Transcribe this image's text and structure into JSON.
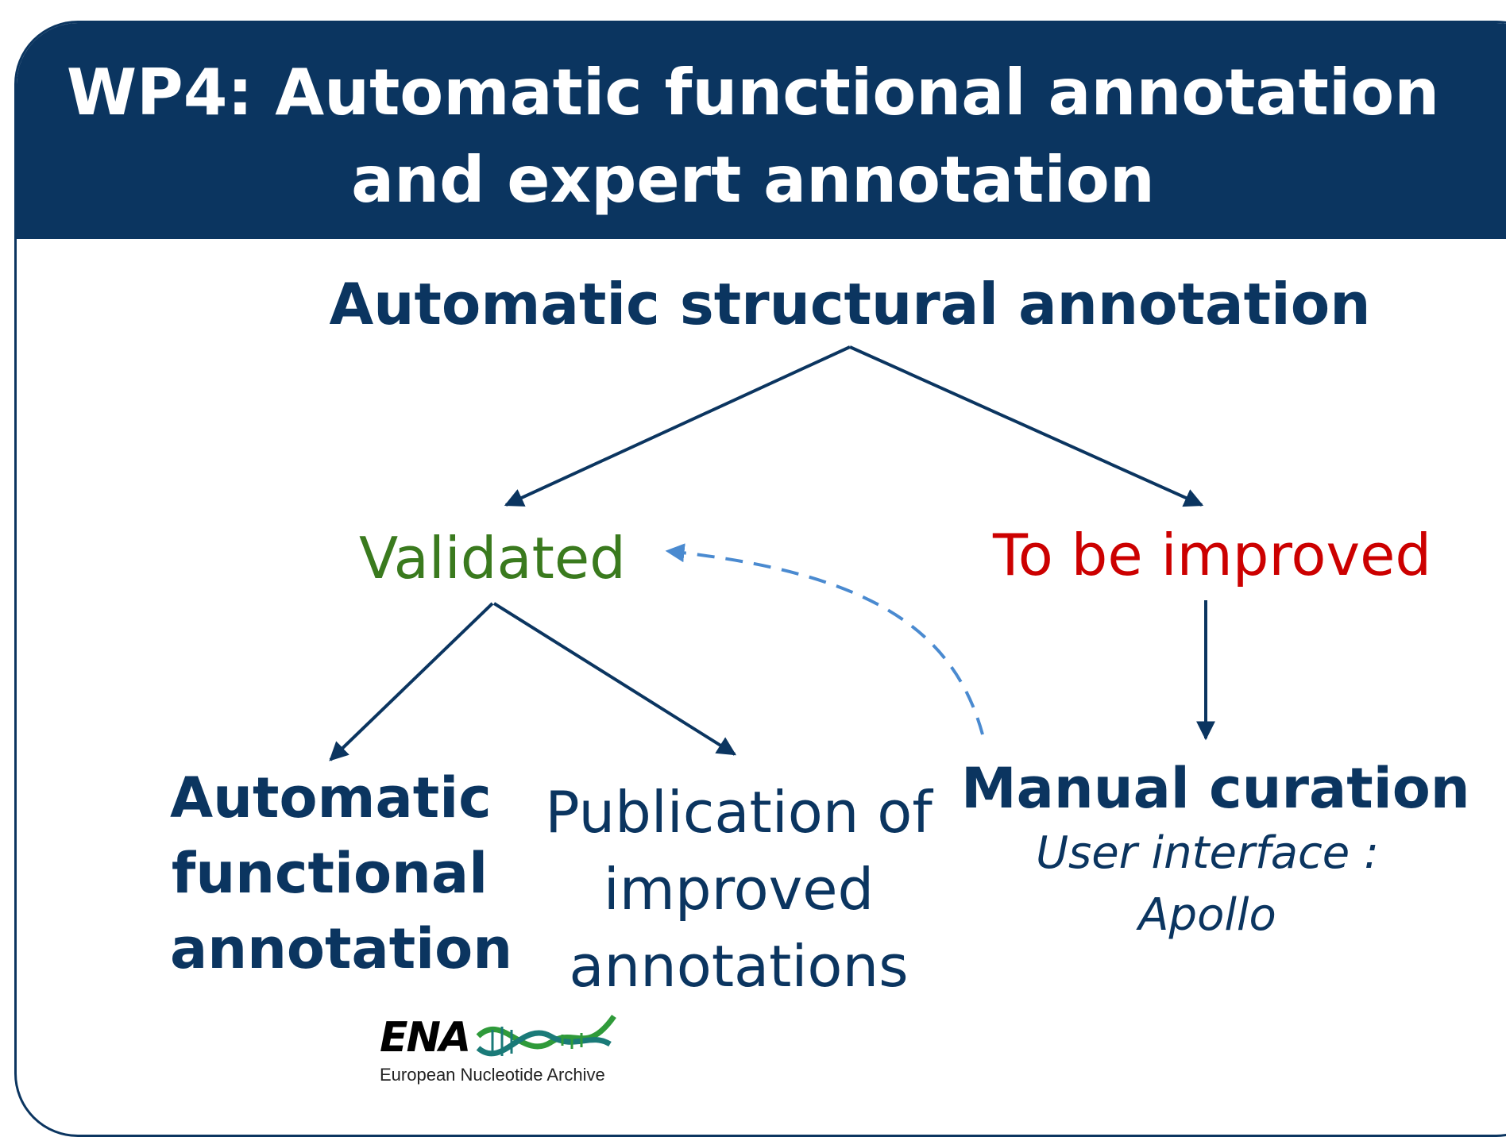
{
  "header": {
    "line1": "WP4: Automatic functional annotation",
    "line2": "and expert annotation"
  },
  "nodes": {
    "root": "Automatic structural annotation",
    "validated": "Validated",
    "to_improve": "To be improved",
    "auto_func": [
      "Automatic",
      "functional",
      "annotation"
    ],
    "publication": [
      "Publication of",
      "improved",
      "annotations"
    ],
    "manual": {
      "title": "Manual curation",
      "sub1": "User interface :",
      "sub2": "Apollo"
    }
  },
  "logo": {
    "word": "ENA",
    "subtitle": "European Nucleotide Archive"
  },
  "colors": {
    "navy": "#0b3560",
    "green": "#3a7a1e",
    "red": "#cc0000",
    "dashed_arrow": "#4a8ad0"
  }
}
